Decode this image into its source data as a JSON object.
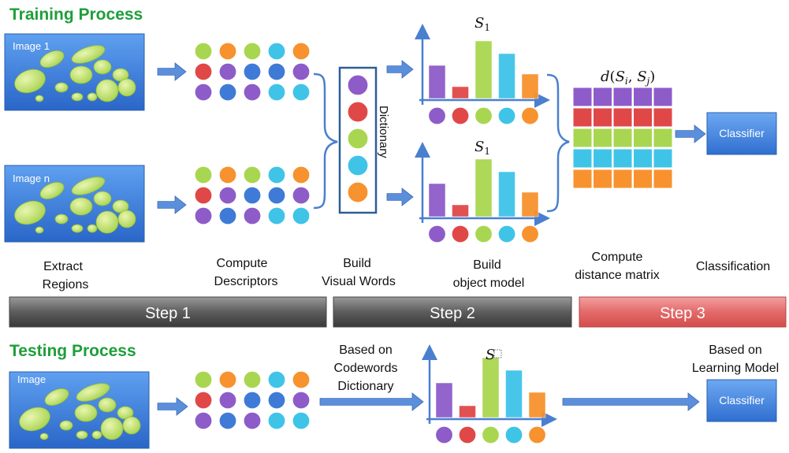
{
  "training": {
    "title": "Training Process",
    "image1_label": "Image 1",
    "imagen_label": "Image n",
    "dictionary_label": "Dictionary",
    "s1_top": "S",
    "s1_top_sub": "1",
    "s1_bottom": "S",
    "s1_bottom_sub": "1",
    "distance_fn": "d",
    "distance_args_i": "S",
    "distance_args_i_sub": "i",
    "distance_args_j": "S",
    "distance_args_j_sub": "j",
    "classifier_label": "Classifier"
  },
  "captions": {
    "extract_1": "Extract",
    "extract_2": "Regions",
    "compute_desc_1": "Compute",
    "compute_desc_2": "Descriptors",
    "build_vw_1": "Build",
    "build_vw_2": "Visual Words",
    "build_om_1": "Build",
    "build_om_2": "object model",
    "compute_dm_1": "Compute",
    "compute_dm_2": "distance matrix",
    "classification": "Classification"
  },
  "steps": [
    {
      "label": "Step 1",
      "color": "#6b6b6b"
    },
    {
      "label": "Step 2",
      "color": "#6b6b6b"
    },
    {
      "label": "Step 3",
      "color": "#e05a5a"
    }
  ],
  "testing": {
    "title": "Testing Process",
    "image_label": "Image",
    "codewords_1": "Based on",
    "codewords_2": "Codewords",
    "codewords_3": "Dictionary",
    "s_label": "S",
    "learning_1": "Based on",
    "learning_2": "Learning Model",
    "classifier_label": "Classifier"
  },
  "colors": {
    "title_green": "#1e9e3a",
    "purple": "#8e5cc9",
    "red": "#e04848",
    "green": "#a9d650",
    "cyan": "#3fc4e8",
    "orange": "#f7922e",
    "blue": "#3f7bd6",
    "image_blue": "#3d83e6",
    "arrow_blue": "#5b8fdb"
  },
  "histogram_heights": {
    "training": [
      42,
      15,
      73,
      57,
      31
    ],
    "testing": [
      44,
      15,
      76,
      60,
      32
    ]
  }
}
